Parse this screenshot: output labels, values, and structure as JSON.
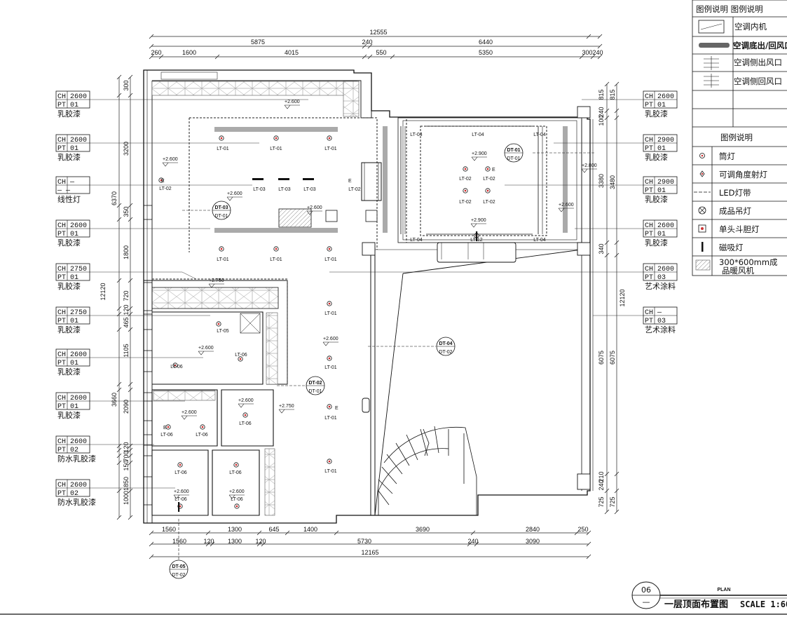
{
  "dimensions": {
    "top_total": "12555",
    "top_row1": [
      "5875",
      "240",
      "6440"
    ],
    "top_row2": [
      "260",
      "1600",
      "4015",
      "550",
      "5350",
      "300",
      "240"
    ],
    "bottom_row1": [
      "1560",
      "1300",
      "645",
      "1400",
      "3690",
      "2840",
      "250"
    ],
    "bottom_row2": [
      "1560",
      "120",
      "1300",
      "120",
      "5730",
      "240",
      "3090"
    ],
    "bottom_total": "12165",
    "left_outer": [
      "6370",
      "12120",
      "3660"
    ],
    "left_inner": [
      "300",
      "3200",
      "350",
      "1800",
      "720",
      "120",
      "465",
      "1105",
      "2090",
      "120",
      "700",
      "150",
      "1850",
      "1000"
    ],
    "right_outer": [
      "815",
      "3480",
      "12120",
      "6075",
      "725"
    ],
    "right_inner": [
      "815",
      "240",
      "100",
      "3380",
      "340",
      "6075",
      "210",
      "240",
      "725"
    ]
  },
  "left_tags": [
    {
      "ch": "CH 2600",
      "pt": "PT  01",
      "name": "乳胶漆"
    },
    {
      "ch": "CH 2600",
      "pt": "PT  01",
      "name": "乳胶漆"
    },
    {
      "ch": "CH  —",
      "pt": "— —",
      "name": "线性灯"
    },
    {
      "ch": "CH 2600",
      "pt": "PT  01",
      "name": "乳胶漆"
    },
    {
      "ch": "CH 2750",
      "pt": "PT  01",
      "name": "乳胶漆"
    },
    {
      "ch": "CH 2750",
      "pt": "PT  01",
      "name": "乳胶漆"
    },
    {
      "ch": "CH 2600",
      "pt": "PT  01",
      "name": "乳胶漆"
    },
    {
      "ch": "CH 2600",
      "pt": "PT  01",
      "name": "乳胶漆"
    },
    {
      "ch": "CH 2600",
      "pt": "PT  02",
      "name": "防水乳胶漆"
    },
    {
      "ch": "CH 2600",
      "pt": "PT  02",
      "name": "防水乳胶漆"
    }
  ],
  "right_tags": [
    {
      "ch": "CH 2600",
      "pt": "PT  01",
      "name": "乳胶漆"
    },
    {
      "ch": "CH 2900",
      "pt": "PT  01",
      "name": "乳胶漆"
    },
    {
      "ch": "CH 2900",
      "pt": "PT  01",
      "name": "乳胶漆"
    },
    {
      "ch": "CH 2600",
      "pt": "PT  01",
      "name": "乳胶漆"
    },
    {
      "ch": "CH 2600",
      "pt": "PT  03",
      "name": "艺术涂料"
    },
    {
      "ch": "CH  —",
      "pt": "PT  03",
      "name": "艺术涂料"
    }
  ],
  "elevations": [
    "+2.600",
    "+2.600",
    "+2.600",
    "+2.600",
    "+2.750",
    "+2.600",
    "+2.600",
    "+2.600",
    "+2.600",
    "+2.750",
    "+2.600",
    "+2.600",
    "+2.900",
    "+2.800",
    "+2.600",
    "+2.900"
  ],
  "light_labels": {
    "lt01": "LT-01",
    "lt02": "LT-02",
    "lt03": "LT-03",
    "lt04": "LT-04",
    "lt05": "LT-05",
    "lt06": "LT-06",
    "lt12": "LT-12",
    "e": "E"
  },
  "callouts": [
    {
      "top": "DT-01",
      "bottom": "DT-01"
    },
    {
      "top": "DT-03",
      "bottom": "DT-01"
    },
    {
      "top": "DT-04",
      "bottom": "DT-02"
    },
    {
      "top": "DT-02",
      "bottom": "DT-01"
    },
    {
      "top": "DT-05",
      "bottom": "DT-02"
    }
  ],
  "legend_top": {
    "header": "图例说明  图例说明",
    "items": [
      "空调内机",
      "空调底出/回风口",
      "空调侧出风口",
      "空调侧回风口"
    ]
  },
  "legend_bottom": {
    "header": "图例说明",
    "items": [
      "筒灯",
      "可调角度射灯",
      "LED灯带",
      "成品吊灯",
      "单头斗胆灯",
      "磁吸灯",
      "300*600mm成",
      "品暖风机"
    ]
  },
  "title_block": {
    "number": "06",
    "sub": "—",
    "plan": "PLAN",
    "title": "一层顶面布置图",
    "scale": "SCALE 1:60"
  }
}
